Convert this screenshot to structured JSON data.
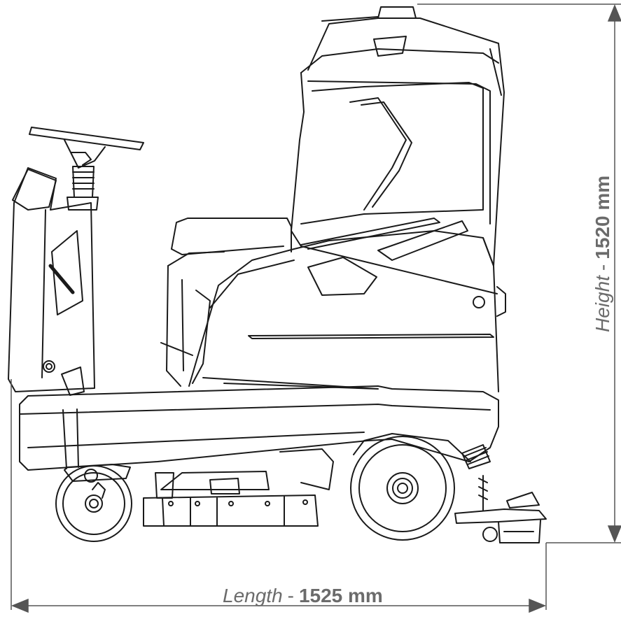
{
  "dimensions": {
    "length": {
      "name": "Length",
      "separator": "-",
      "value": "1525 mm"
    },
    "height": {
      "name": "Height",
      "separator": "-",
      "value": "1520 mm"
    }
  },
  "colors": {
    "line": "#1a1a1a",
    "dimension_line": "#555555",
    "label": "#6b6b6b",
    "background": "#ffffff"
  }
}
